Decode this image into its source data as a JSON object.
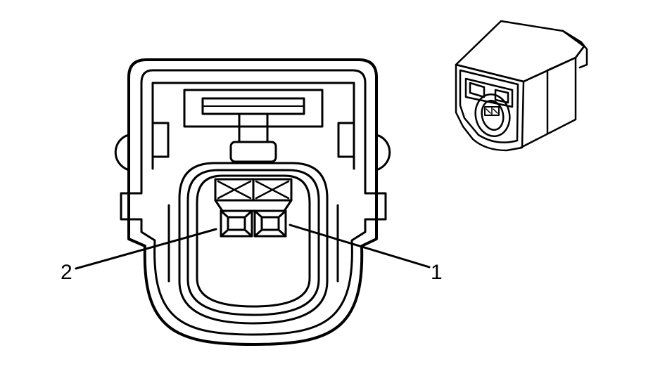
{
  "diagram": {
    "callouts": [
      {
        "id": "terminal-2",
        "label": "2"
      },
      {
        "id": "terminal-1",
        "label": "1"
      }
    ],
    "colors": {
      "line": "#000000",
      "fill": "#ffffff"
    }
  }
}
